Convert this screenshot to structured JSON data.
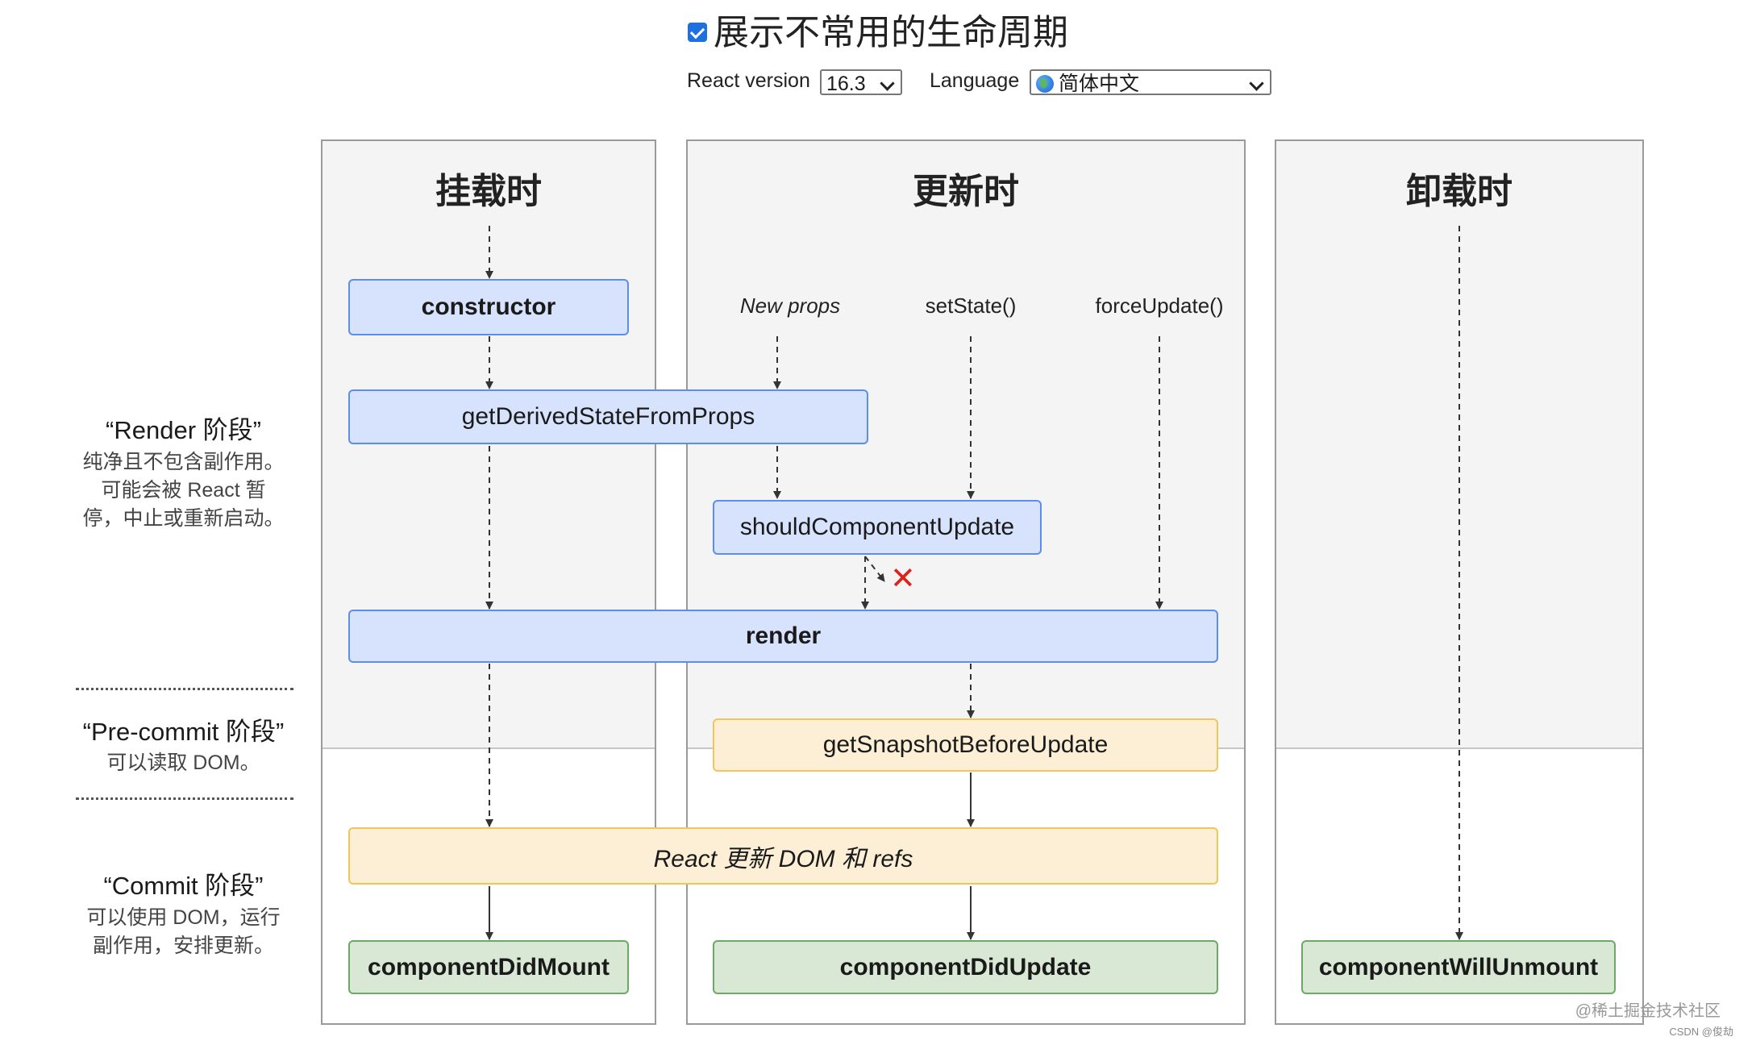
{
  "header": {
    "title": "展示不常用的生命周期",
    "react_version_label": "React version",
    "react_version_value": "16.3",
    "language_label": "Language",
    "language_value": "简体中文"
  },
  "columns": {
    "mount": "挂载时",
    "update": "更新时",
    "unmount": "卸载时"
  },
  "triggers": {
    "new_props": "New props",
    "set_state": "setState()",
    "force_update": "forceUpdate()"
  },
  "methods": {
    "constructor": "constructor",
    "get_derived": "getDerivedStateFromProps",
    "should_update": "shouldComponentUpdate",
    "render": "render",
    "snapshot": "getSnapshotBeforeUpdate",
    "update_dom": "React 更新 DOM 和 refs",
    "did_mount": "componentDidMount",
    "did_update": "componentDidUpdate",
    "will_unmount": "componentWillUnmount"
  },
  "stages": {
    "render_title": "“Render 阶段”",
    "render_desc_1": "纯净且不包含副作用。",
    "render_desc_2": "可能会被 React 暂",
    "render_desc_3": "停，中止或重新启动。",
    "precommit_title": "“Pre-commit 阶段”",
    "precommit_desc": "可以读取 DOM。",
    "commit_title": "“Commit 阶段”",
    "commit_desc_1": "可以使用 DOM，运行",
    "commit_desc_2": "副作用，安排更新。"
  },
  "skip_mark": "✕",
  "watermark": {
    "line1": "@稀土掘金技术社区",
    "line2": "CSDN @俊劫"
  },
  "colors": {
    "render_box": "#d7e3fc",
    "commit_box": "#fcefd6",
    "side_effect_box": "#d9e8d5",
    "skip_mark": "#e0201a",
    "checkbox": "#1e6fe0"
  }
}
